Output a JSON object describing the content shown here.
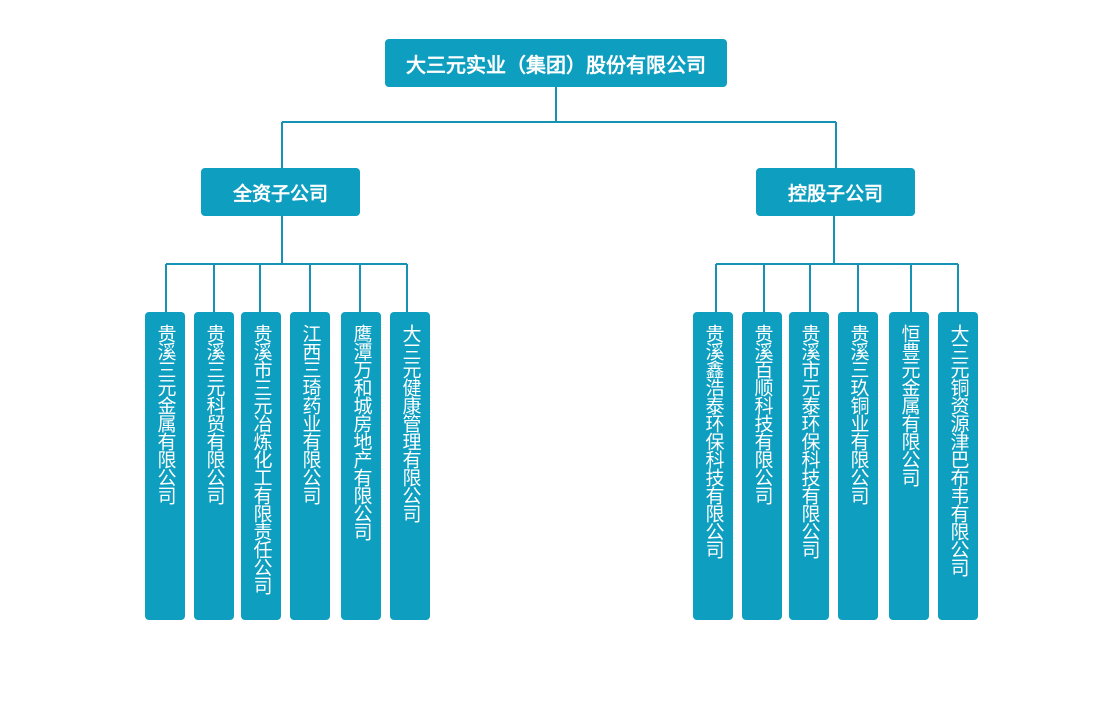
{
  "root": {
    "label": "大三元实业（集团）股份有限公司"
  },
  "groups": [
    {
      "label": "全资子公司",
      "companies": [
        "贵溪三元金属有限公司",
        "贵溪三元科贸有限公司",
        "贵溪市三元冶炼化工有限责任公司",
        "江西三琦药业有限公司",
        "鹰潭万和城房地产有限公司",
        "大三元健康管理有限公司"
      ]
    },
    {
      "label": "控股子公司",
      "companies": [
        "贵溪鑫浩泰环保科技有限公司",
        "贵溪百顺科技有限公司",
        "贵溪市元泰环保科技有限公司",
        "贵溪三玖铜业有限公司",
        "恒豊元金属有限公司",
        "大三元铜资源津巴布韦有限公司"
      ]
    }
  ],
  "colors": {
    "box": "#0e9ec0",
    "line": "#1592b4",
    "text": "#ffffff"
  }
}
